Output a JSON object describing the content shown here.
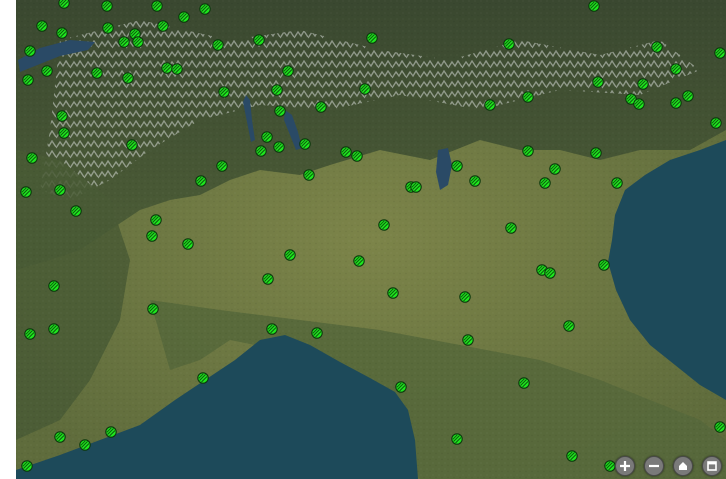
{
  "map": {
    "view": "satellite",
    "colors": {
      "sea": "#1d4a5a",
      "sea_deep": "#183f4d",
      "plain": "#6f7a45",
      "hills": "#55663a",
      "alps_dark": "#3d4a2e",
      "snow": "#d9ddd9",
      "lake": "#2a4a66",
      "marker_fill": "#1ee81e",
      "marker_stroke": "#0c3a0c",
      "control_bg": "#7a7a7a"
    },
    "marker_icon": "satellite-station-icon",
    "controls": [
      {
        "name": "zoom-in-button",
        "icon": "plus-icon"
      },
      {
        "name": "zoom-out-button",
        "icon": "minus-icon"
      },
      {
        "name": "home-button",
        "icon": "home-icon"
      },
      {
        "name": "fullscreen-button",
        "icon": "window-icon"
      }
    ]
  }
}
